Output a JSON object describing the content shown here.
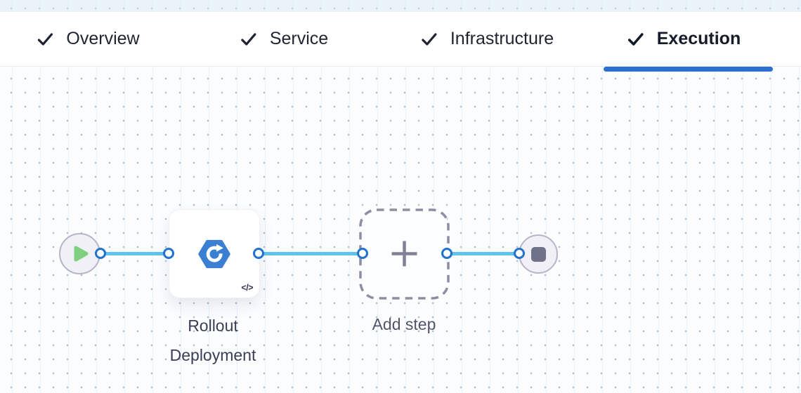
{
  "tabs": {
    "items": [
      {
        "label": "Overview",
        "completed": true,
        "active": false
      },
      {
        "label": "Service",
        "completed": true,
        "active": false
      },
      {
        "label": "Infrastructure",
        "completed": true,
        "active": false
      },
      {
        "label": "Execution",
        "completed": true,
        "active": true
      }
    ]
  },
  "canvas": {
    "nodes": {
      "start": {
        "type": "start",
        "icon": "play-icon"
      },
      "rollout": {
        "type": "step",
        "label": "Rollout Deployment",
        "icon": "rollout-deployment-icon",
        "badge": "</>"
      },
      "add_step": {
        "type": "add-step",
        "label": "Add step",
        "icon": "plus-icon"
      },
      "end": {
        "type": "end",
        "icon": "stop-icon"
      }
    }
  },
  "colors": {
    "active_tab_indicator": "#2d70d2",
    "edge_blue": "#61c2ee",
    "port_blue": "#2173cb",
    "step_icon_blue": "#3b7fd3",
    "play_green": "#7ed07e",
    "stop_gray": "#6f7289",
    "dashed_border_gray": "#8d8ea4"
  }
}
